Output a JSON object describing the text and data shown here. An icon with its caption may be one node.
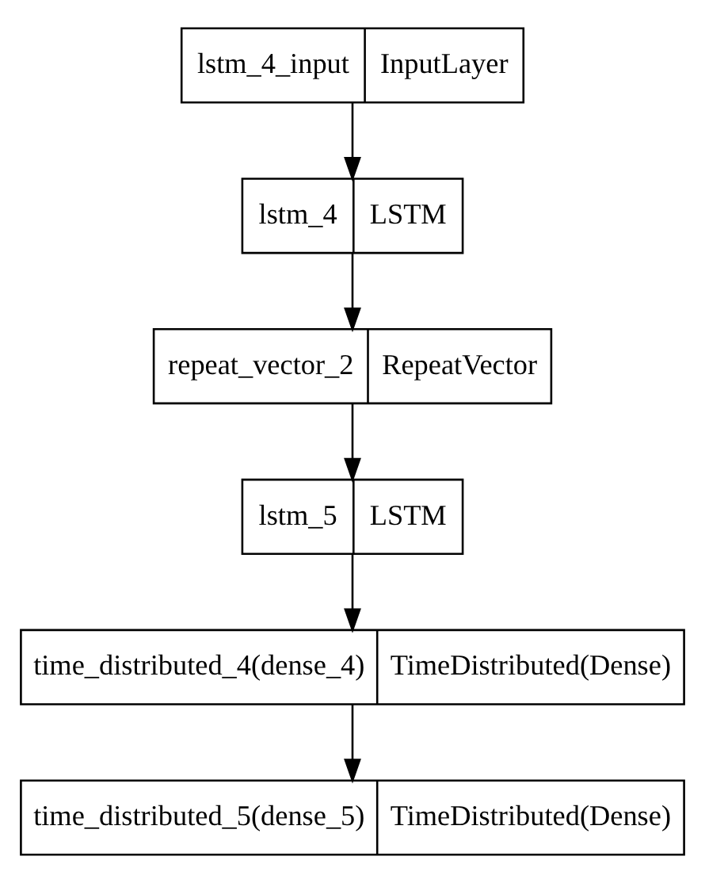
{
  "diagram": {
    "nodes": [
      {
        "text": [
          "lstm_4_input",
          "InputLayer"
        ]
      },
      {
        "text": [
          "lstm_4",
          "LSTM"
        ]
      },
      {
        "text": [
          "repeat_vector_2",
          "RepeatVector"
        ]
      },
      {
        "text": [
          "lstm_5",
          "LSTM"
        ]
      },
      {
        "text": [
          "time_distributed_4(dense_4)",
          "TimeDistributed(Dense)"
        ]
      },
      {
        "text": [
          "time_distributed_5(dense_5)",
          "TimeDistributed(Dense)"
        ]
      }
    ],
    "edges": [
      {
        "from": 0,
        "to": 1,
        "arrow": "to"
      },
      {
        "from": 1,
        "to": 2,
        "arrow": "to"
      },
      {
        "from": 2,
        "to": 3,
        "arrow": "to"
      },
      {
        "from": 3,
        "to": 4,
        "arrow": "to"
      },
      {
        "from": 4,
        "to": 5,
        "arrow": "to"
      }
    ]
  }
}
